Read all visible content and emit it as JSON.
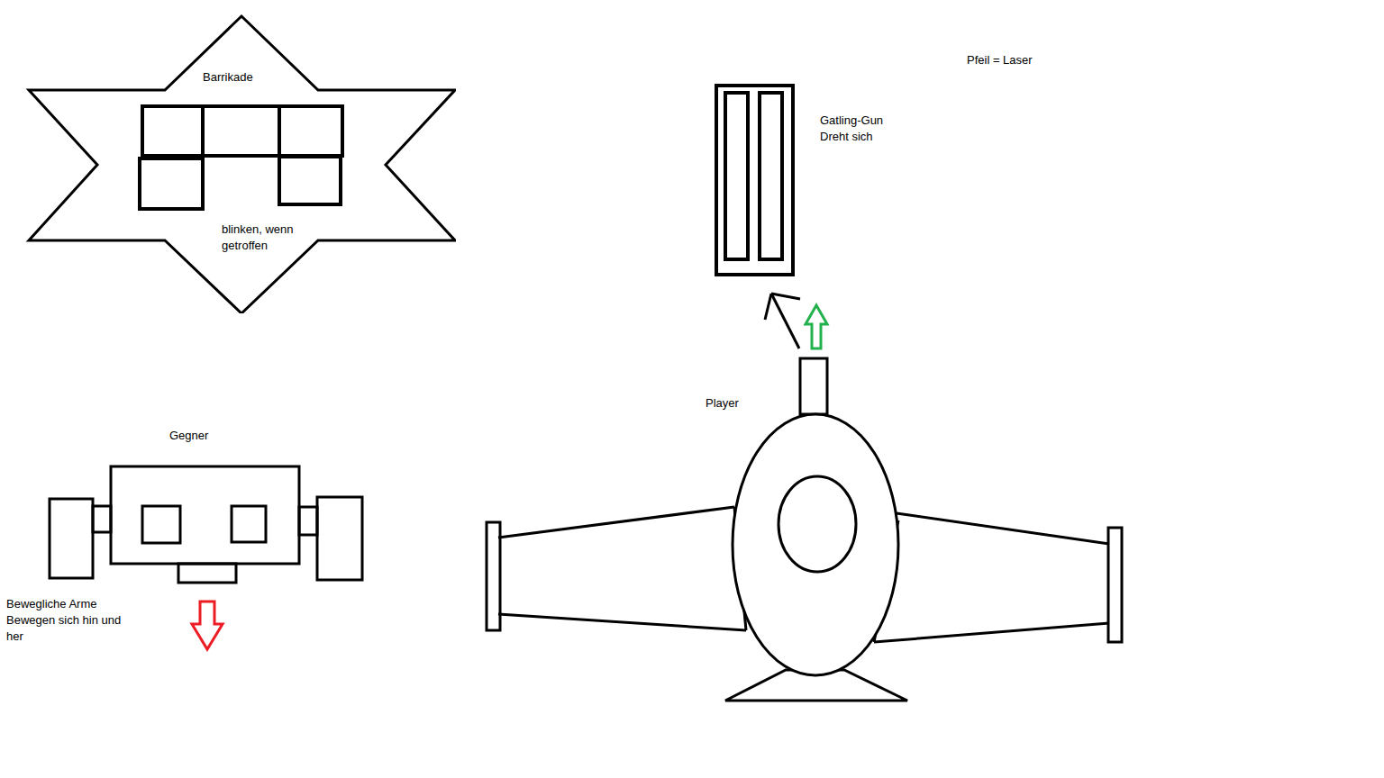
{
  "diagram": {
    "nodes": [
      {
        "text": [
          "Barrikade",
          "blinken, wenn getroffen"
        ]
      }
    ],
    "labels": [
      "Pfeil = Laser",
      "Gatling-Gun Dreht sich",
      "Player",
      "Gegner",
      "Bewegliche Arme Bewegen sich hin und her"
    ]
  }
}
